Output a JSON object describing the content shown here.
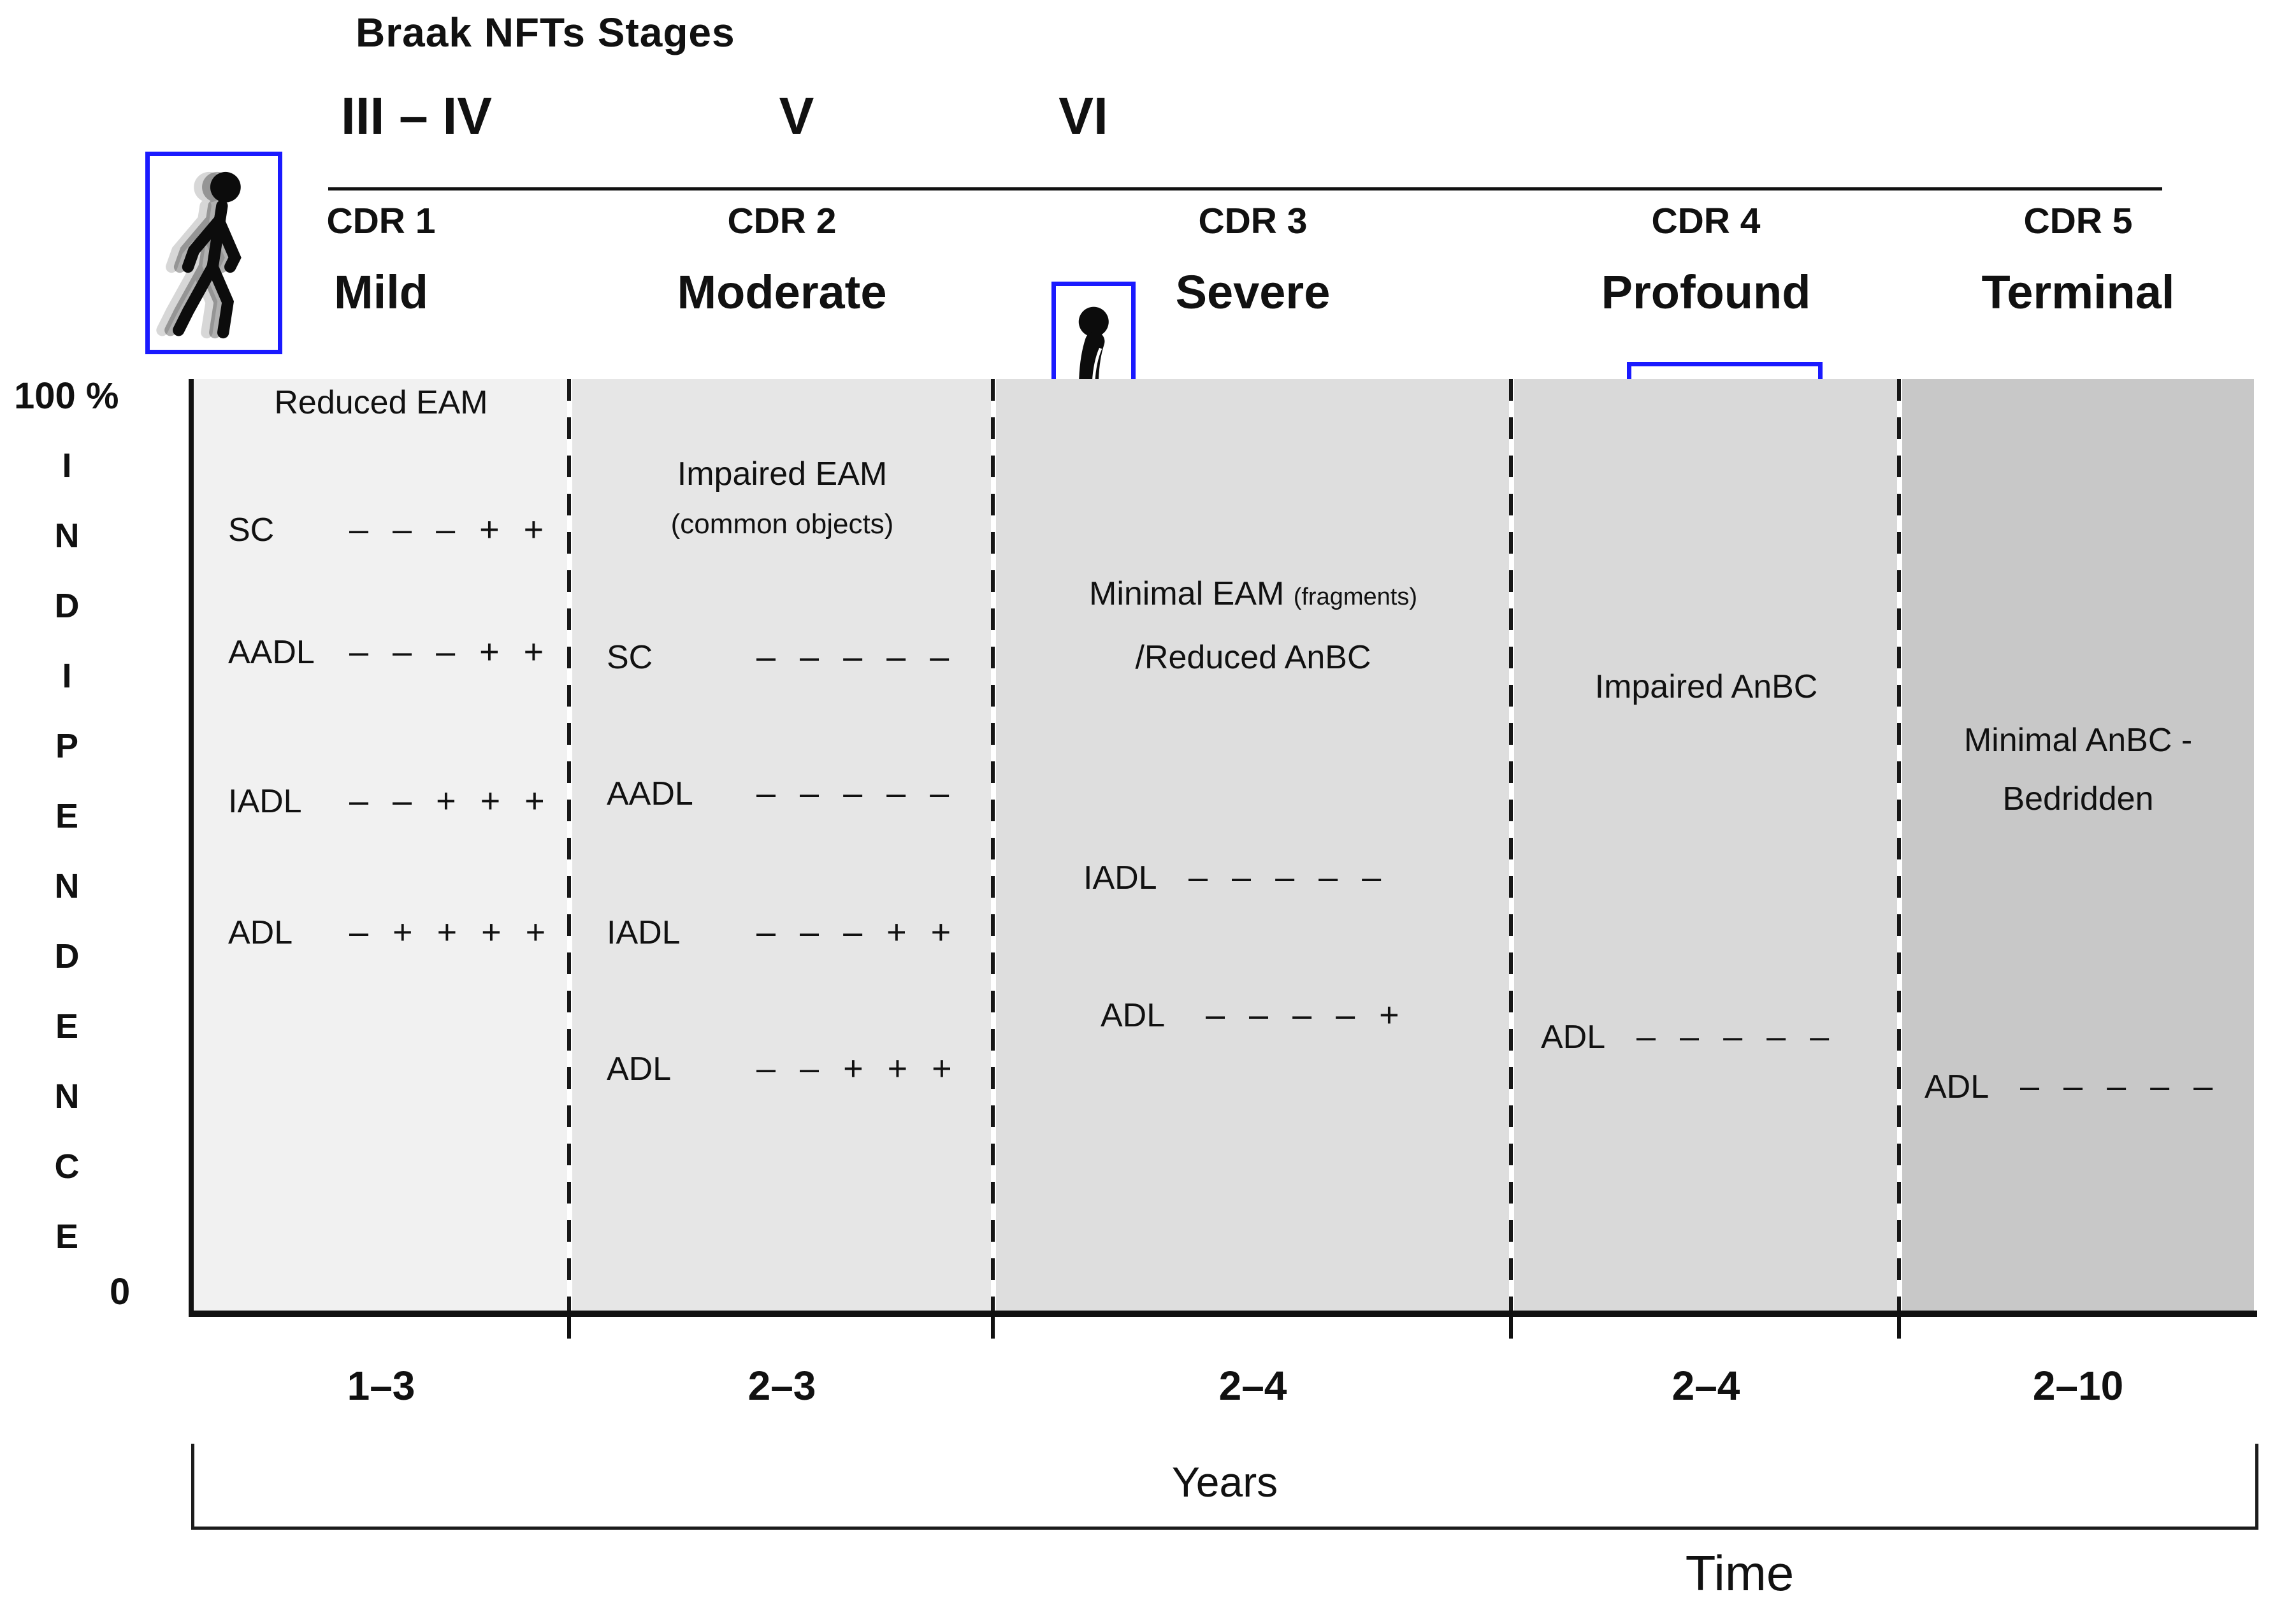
{
  "figure": {
    "title": "Braak NFTs Stages",
    "stages": [
      {
        "label": "III – IV"
      },
      {
        "label": "V"
      },
      {
        "label": "VI"
      }
    ]
  },
  "y_axis": {
    "top": "100 %",
    "letters": [
      "I",
      "N",
      "D",
      "I",
      "P",
      "E",
      "N",
      "D",
      "E",
      "N",
      "C",
      "E"
    ],
    "bottom": "0"
  },
  "x_axis": {
    "bracket_label": "Years",
    "axis_label": "Time"
  },
  "columns": [
    {
      "cdr": "CDR 1",
      "severity": "Mild",
      "years": "1–3",
      "fill": "#f1f1f1",
      "header": {
        "line1": "Reduced EAM"
      },
      "rows": [
        {
          "label": "SC",
          "symbols": "– – – + +"
        },
        {
          "label": "AADL",
          "symbols": "– – – + +"
        },
        {
          "label": "IADL",
          "symbols": "– – + + +"
        },
        {
          "label": "ADL",
          "symbols": "– + + + +"
        }
      ]
    },
    {
      "cdr": "CDR 2",
      "severity": "Moderate",
      "years": "2–3",
      "fill": "#e6e6e6",
      "header": {
        "line1": "Impaired EAM",
        "line2": "(common objects)"
      },
      "rows": [
        {
          "label": "SC",
          "symbols": "– – – – –"
        },
        {
          "label": "AADL",
          "symbols": "– – – – –"
        },
        {
          "label": "IADL",
          "symbols": "– – – + +"
        },
        {
          "label": "ADL",
          "symbols": "– – + + +"
        }
      ]
    },
    {
      "cdr": "CDR 3",
      "severity": "Severe",
      "years": "2–4",
      "fill": "#dedede",
      "header": {
        "line1": "Minimal EAM",
        "line1_small": "(fragments)",
        "line2": "/Reduced AnBC"
      },
      "rows": [
        {
          "label": "IADL",
          "symbols": "– – – – –"
        },
        {
          "label": "ADL",
          "symbols": "– – – – +"
        }
      ]
    },
    {
      "cdr": "CDR 4",
      "severity": "Profound",
      "years": "2–4",
      "fill": "#d9d9d9",
      "header": {
        "line1": "Impaired AnBC"
      },
      "rows": [
        {
          "label": "ADL",
          "symbols": "– – – – –"
        }
      ]
    },
    {
      "cdr": "CDR 5",
      "severity": "Terminal",
      "years": "2–10",
      "fill": "#c8c8c8",
      "header": {
        "line1": "Minimal AnBC -",
        "line2": "Bedridden"
      },
      "rows": [
        {
          "label": "ADL",
          "symbols": "– – – – –"
        }
      ]
    }
  ],
  "icons": {
    "border_color": "#1a1aff",
    "items": [
      {
        "name": "walking-person-icon"
      },
      {
        "name": "standing-person-icon"
      },
      {
        "name": "caregiver-wheelchair-icon"
      }
    ]
  },
  "colors": {
    "axis": "#111111",
    "text": "#111111",
    "column_fills": [
      "#f1f1f1",
      "#e6e6e6",
      "#dedede",
      "#d9d9d9",
      "#c8c8c8"
    ]
  }
}
